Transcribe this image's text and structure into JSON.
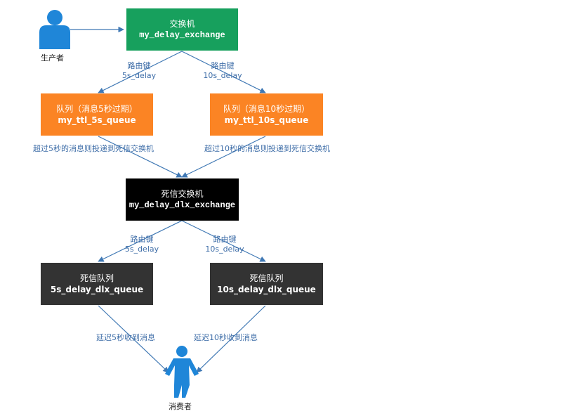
{
  "colors": {
    "exchange": "#17a05d",
    "queue": "#fb8424",
    "dlx_exchange": "#000000",
    "dlx_queue": "#333333",
    "person": "#1f86d8",
    "arrow": "#3f78b4",
    "label": "#3f6ea8"
  },
  "producer": {
    "label": "生产者",
    "icon": "person-icon"
  },
  "consumer": {
    "label": "消费者",
    "icon": "person-icon"
  },
  "exchange": {
    "title": "交换机",
    "name": "my_delay_exchange"
  },
  "routing_5s": {
    "line1": "路由键",
    "line2": "5s_delay"
  },
  "routing_10s": {
    "line1": "路由键",
    "line2": "10s_delay"
  },
  "queue_5s": {
    "title": "队列（消息5秒过期）",
    "name": "my_ttl_5s_queue"
  },
  "queue_10s": {
    "title": "队列（消息10秒过期）",
    "name": "my_ttl_10s_queue"
  },
  "expire_5s": "超过5秒的消息则投递到死信交换机",
  "expire_10s": "超过10秒的消息则投递到死信交换机",
  "dlx_exchange": {
    "title": "死信交换机",
    "name": "my_delay_dlx_exchange"
  },
  "dlx_routing_5s": {
    "line1": "路由键",
    "line2": "5s_delay"
  },
  "dlx_routing_10s": {
    "line1": "路由键",
    "line2": "10s_delay"
  },
  "dlx_queue_5s": {
    "title": "死信队列",
    "name": "5s_delay_dlx_queue"
  },
  "dlx_queue_10s": {
    "title": "死信队列",
    "name": "10s_delay_dlx_queue"
  },
  "receive_5s": "延迟5秒收到消息",
  "receive_10s": "延迟10秒收到消息"
}
